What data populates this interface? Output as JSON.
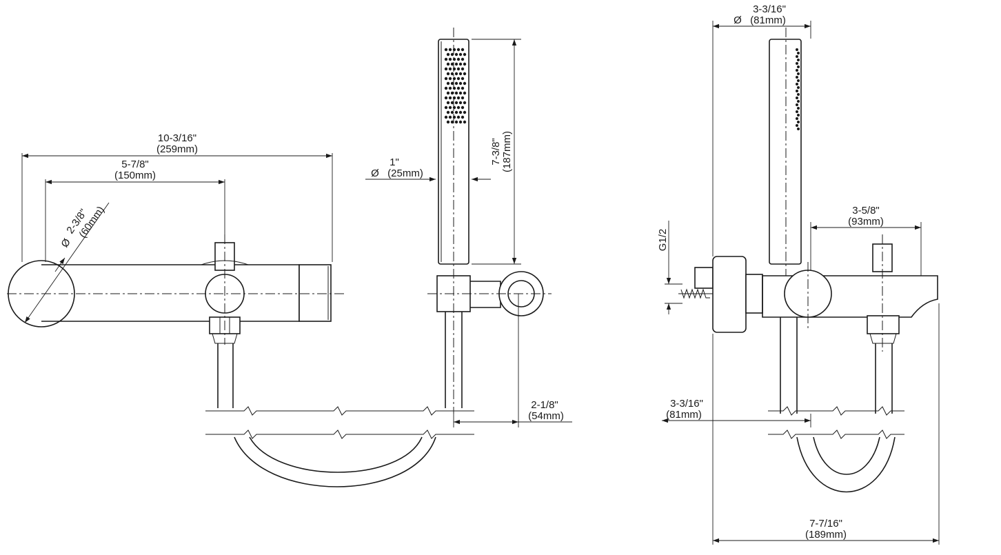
{
  "dimensions": {
    "overall_length": {
      "imperial": "10-3/16\"",
      "metric": "(259mm)"
    },
    "spout_to_handle": {
      "imperial": "5-7/8\"",
      "metric": "(150mm)"
    },
    "flange_diameter": {
      "symbol": "Ø",
      "imperial": "2-3/8\"",
      "metric": "(60mm)"
    },
    "handshower_diameter": {
      "symbol": "Ø",
      "imperial": "1\"",
      "metric": "(25mm)"
    },
    "handshower_length": {
      "imperial": "7-3/8\"",
      "metric": "(187mm)"
    },
    "holder_offset": {
      "imperial": "2-1/8\"",
      "metric": "(54mm)"
    },
    "side_flange_diameter": {
      "symbol": "Ø",
      "imperial": "3-3/16\"",
      "metric": "(81mm)"
    },
    "side_handle_offset": {
      "imperial": "3-5/8\"",
      "metric": "(93mm)"
    },
    "connection_thread": {
      "label": "G1/2"
    },
    "side_hose_offset": {
      "imperial": "3-3/16\"",
      "metric": "(81mm)"
    },
    "side_projection": {
      "imperial": "7-7/16\"",
      "metric": "(189mm)"
    }
  },
  "colors": {
    "line": "#1a1a1a",
    "background": "#ffffff"
  }
}
